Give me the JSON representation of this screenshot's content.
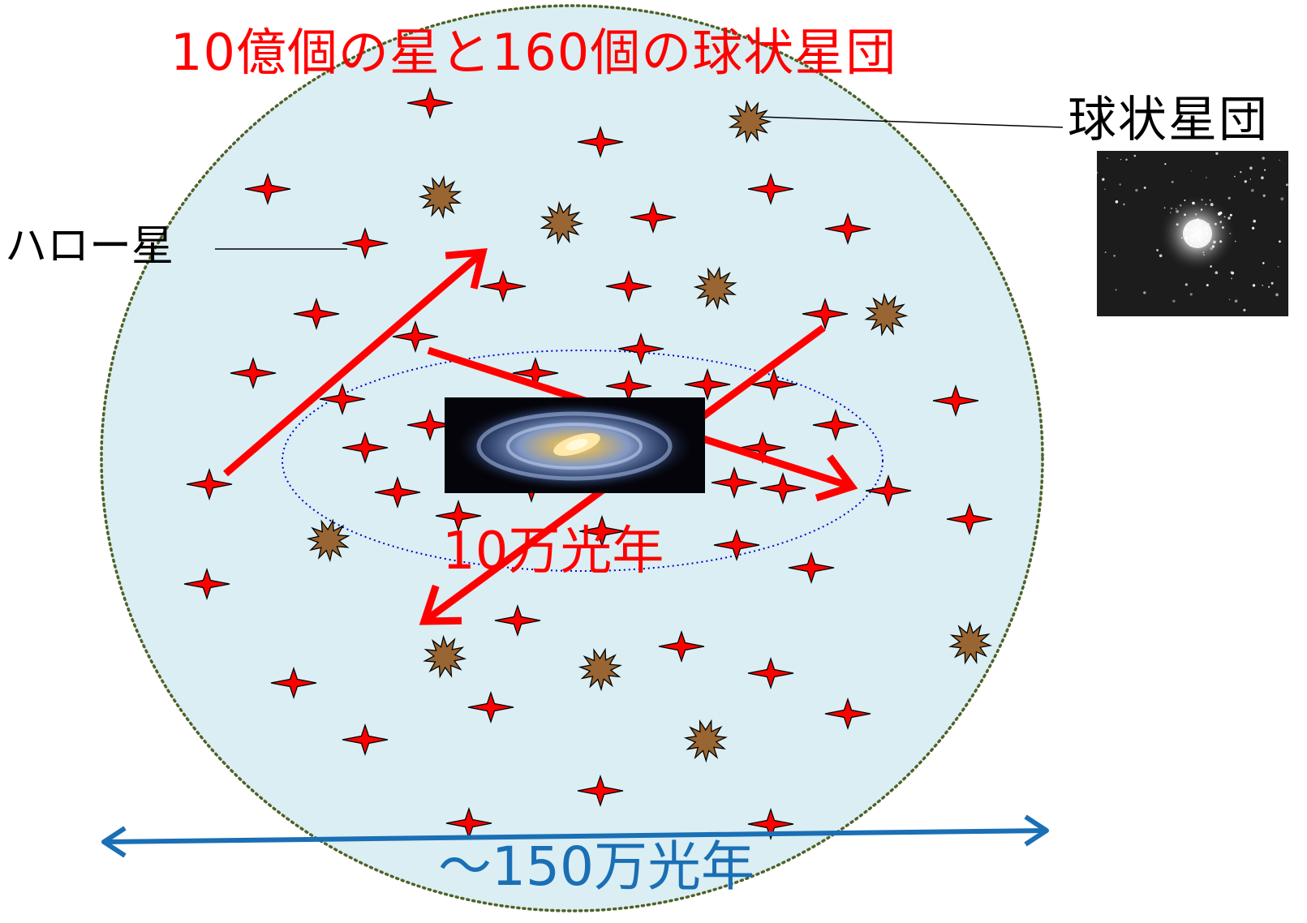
{
  "title": "10億個の星と160個の球状星団",
  "labels": {
    "halo_star": "ハロー星",
    "globular_cluster": "球状星団",
    "disk_size": "10万光年",
    "halo_size": "〜150万光年"
  },
  "colors": {
    "title": "#ff0000",
    "halo_fill": "#daeef3",
    "halo_outline": "#4f6228",
    "disk_outline": "#0000cc",
    "orbit_arrows": "#ff0000",
    "size_arrow": "#1a6fb5",
    "star_fill": "#ff0000",
    "cluster_fill": "#996633"
  },
  "icons": {
    "halo_star": "four-point-star-icon",
    "globular_cluster": "explosion-burst-icon",
    "milky_way": "spiral-galaxy-image",
    "cluster_photo": "globular-cluster-photo"
  }
}
